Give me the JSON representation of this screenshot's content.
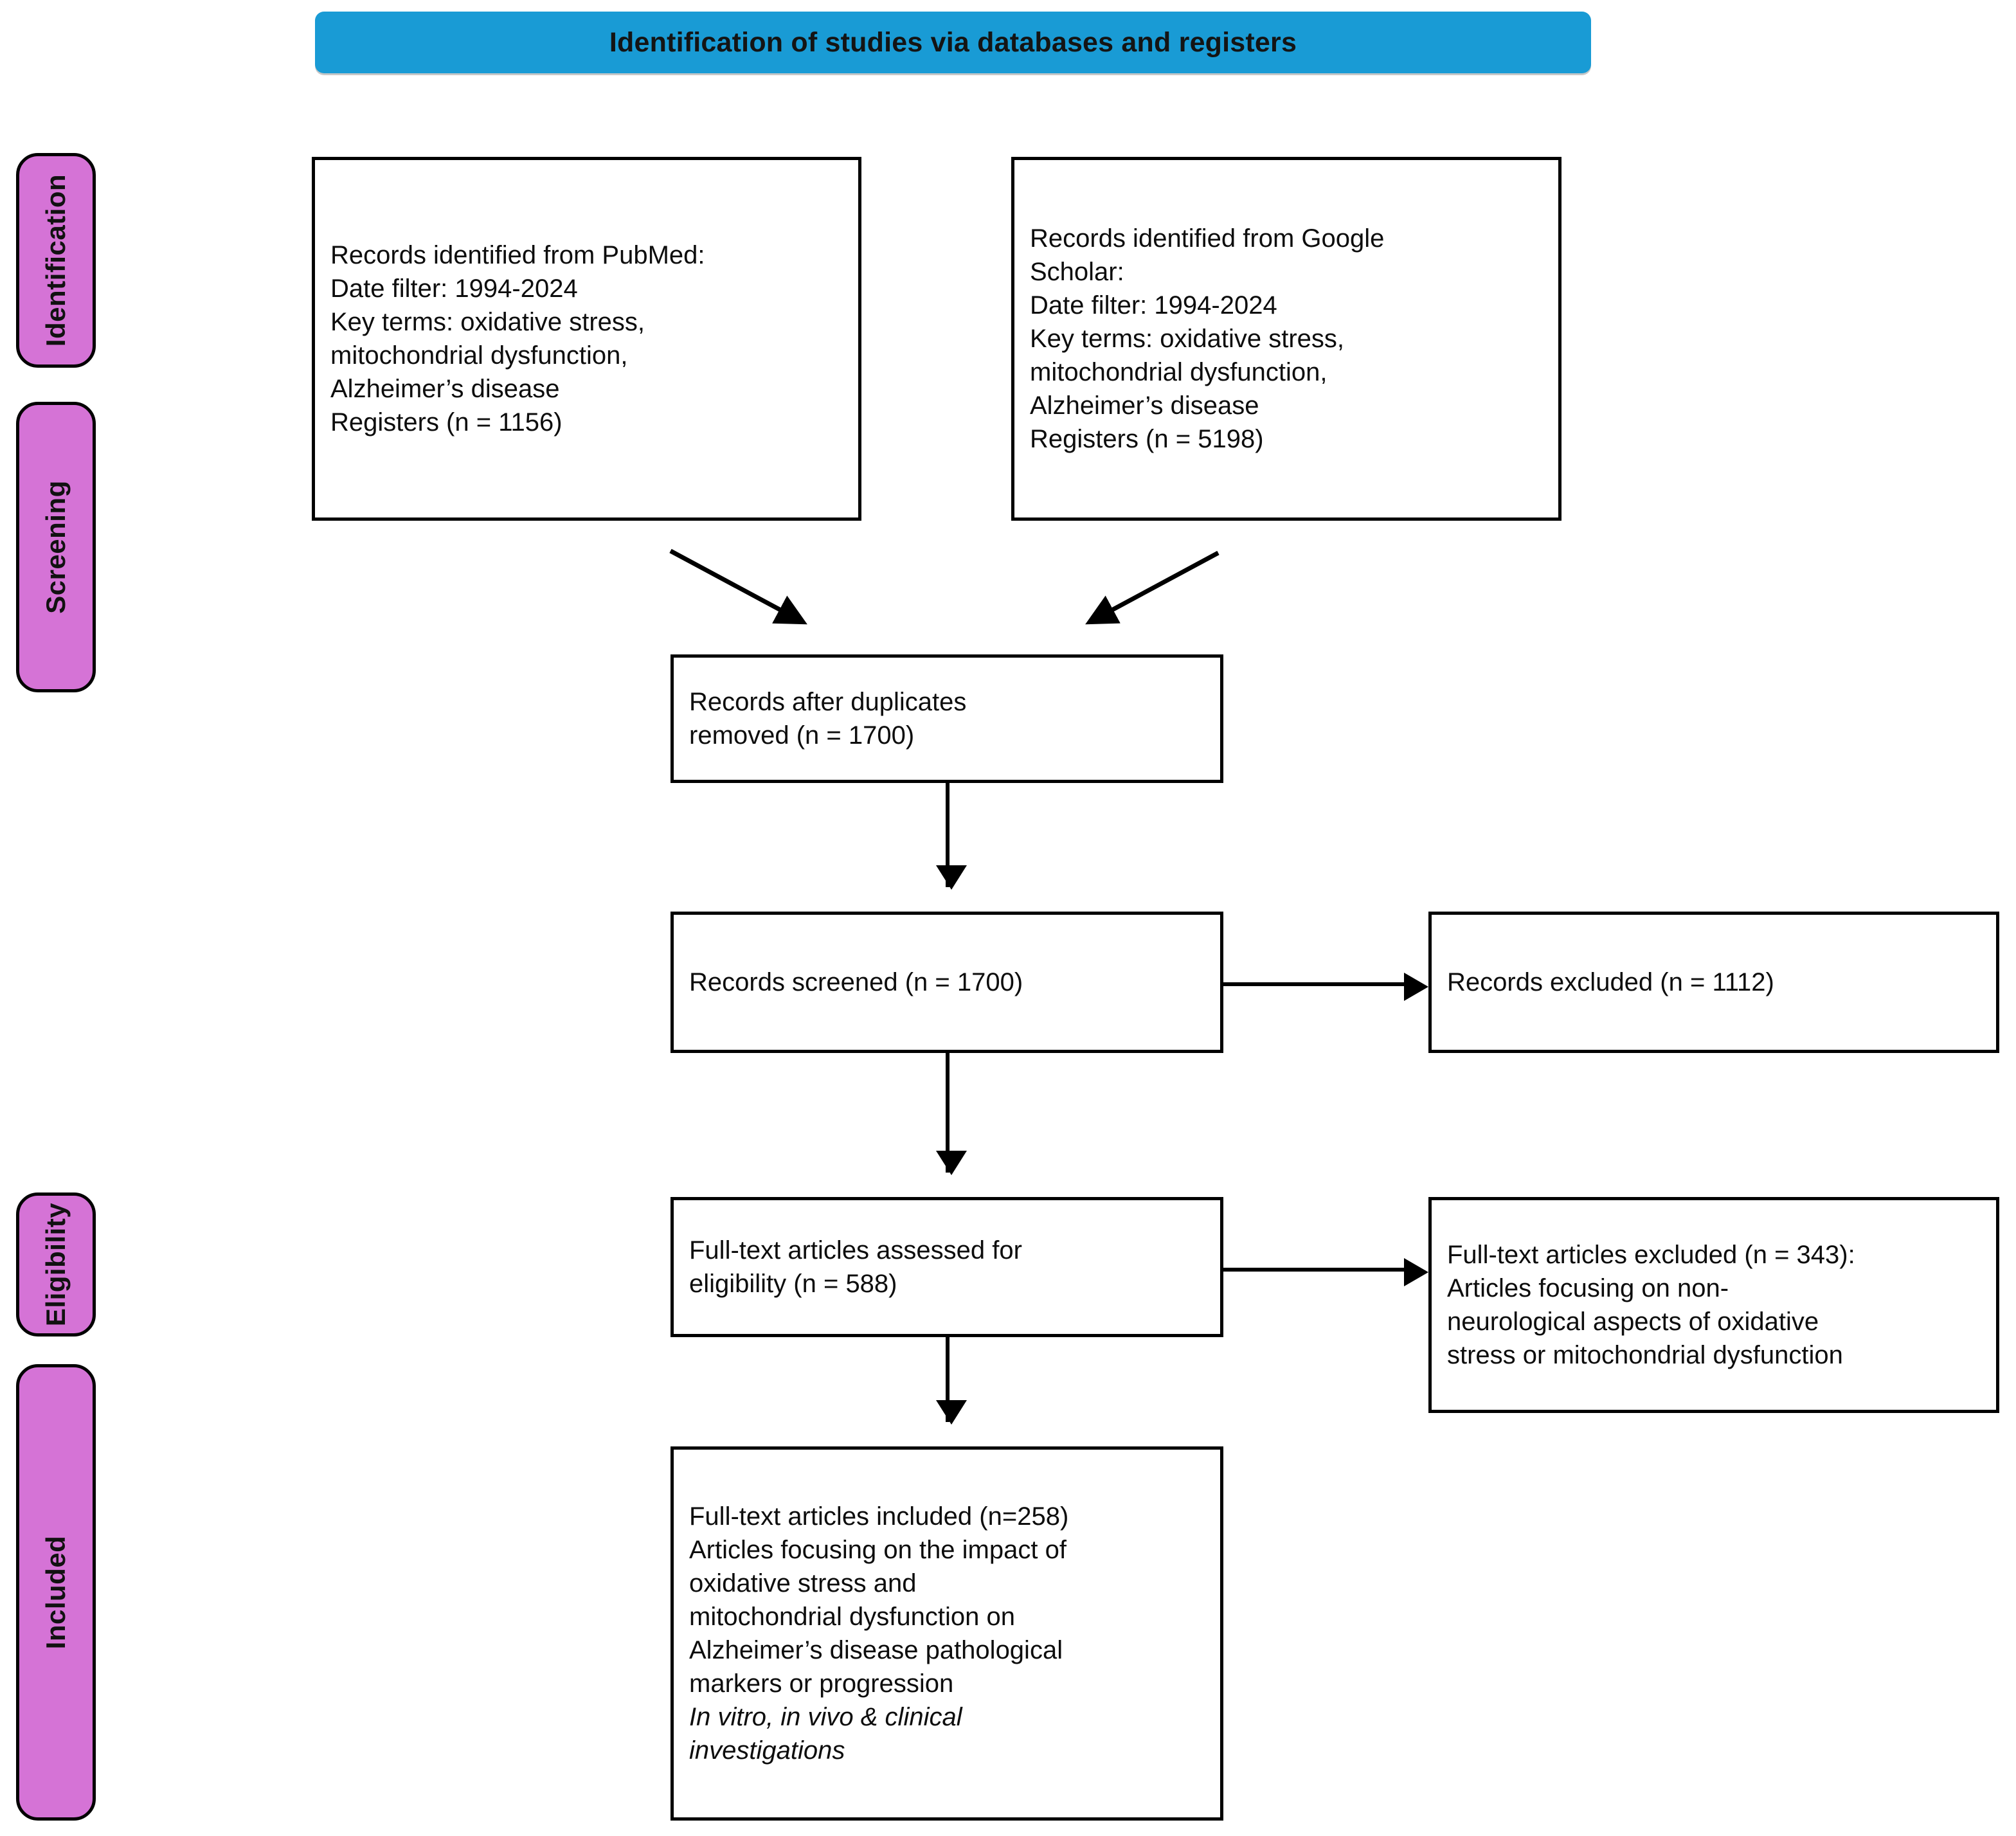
{
  "header": {
    "title": "Identification of studies via databases and registers",
    "background": "#199BD5"
  },
  "stages": {
    "background": "#D573D6",
    "items": [
      {
        "id": "identification",
        "label": "Identification"
      },
      {
        "id": "screening",
        "label": "Screening"
      },
      {
        "id": "eligibility",
        "label": "Eligibility"
      },
      {
        "id": "included",
        "label": "Included"
      }
    ]
  },
  "boxes": {
    "pubmed": {
      "text": "Records identified from PubMed:\nDate filter: 1994-2024\nKey terms: oxidative stress,\nmitochondrial dysfunction,\nAlzheimer’s disease\n     Registers (n = 1156)",
      "source": "PubMed",
      "date_filter": "1994-2024",
      "key_terms": "oxidative stress, mitochondrial dysfunction, Alzheimer’s disease",
      "registers_n": 1156
    },
    "scholar": {
      "text": "Records identified from Google\nScholar:\nDate filter: 1994-2024\nKey terms: oxidative stress,\nmitochondrial dysfunction,\nAlzheimer’s disease\n     Registers (n = 5198)",
      "source": "Google Scholar",
      "date_filter": "1994-2024",
      "key_terms": "oxidative stress, mitochondrial dysfunction, Alzheimer’s disease",
      "registers_n": 5198
    },
    "duplicates_removed": {
      "text": "Records after duplicates\nremoved (n = 1700)",
      "n": 1700
    },
    "records_screened": {
      "text": "Records screened (n = 1700)",
      "n": 1700
    },
    "records_excluded": {
      "text": "Records excluded (n = 1112)",
      "n": 1112
    },
    "fulltext_assessed": {
      "text": "Full-text articles assessed for\neligibility (n = 588)",
      "n": 588
    },
    "fulltext_excluded": {
      "text": "Full-text articles excluded (n = 343):\nArticles focusing on non-\nneurological aspects of oxidative\nstress or mitochondrial dysfunction",
      "n": 343
    },
    "fulltext_included": {
      "text_plain": "Full-text articles included (n=258)\nArticles focusing on the impact of\noxidative stress and\nmitochondrial dysfunction on\nAlzheimer’s disease pathological\nmarkers or progression",
      "text_italic": "In vitro, in vivo & clinical\ninvestigations",
      "n": 258
    }
  },
  "chart_data": {
    "type": "diagram",
    "diagram_kind": "PRISMA flow diagram",
    "title": "Identification of studies via databases and registers",
    "nodes": [
      {
        "id": "pubmed",
        "stage": "Identification",
        "n": 1156,
        "label": "Records identified from PubMed (Registers n = 1156)"
      },
      {
        "id": "scholar",
        "stage": "Identification",
        "n": 5198,
        "label": "Records identified from Google Scholar (Registers n = 5198)"
      },
      {
        "id": "duplicates_removed",
        "stage": "Screening",
        "n": 1700,
        "label": "Records after duplicates removed (n = 1700)"
      },
      {
        "id": "records_screened",
        "stage": "Screening",
        "n": 1700,
        "label": "Records screened (n = 1700)"
      },
      {
        "id": "records_excluded",
        "stage": "Screening",
        "n": 1112,
        "label": "Records excluded (n = 1112)"
      },
      {
        "id": "fulltext_assessed",
        "stage": "Eligibility",
        "n": 588,
        "label": "Full-text articles assessed for eligibility (n = 588)"
      },
      {
        "id": "fulltext_excluded",
        "stage": "Eligibility",
        "n": 343,
        "label": "Full-text articles excluded (n = 343)"
      },
      {
        "id": "fulltext_included",
        "stage": "Included",
        "n": 258,
        "label": "Full-text articles included (n = 258)"
      }
    ],
    "edges": [
      {
        "from": "pubmed",
        "to": "duplicates_removed",
        "direction": "diagonal-down-right"
      },
      {
        "from": "scholar",
        "to": "duplicates_removed",
        "direction": "diagonal-down-left"
      },
      {
        "from": "duplicates_removed",
        "to": "records_screened",
        "direction": "down"
      },
      {
        "from": "records_screened",
        "to": "records_excluded",
        "direction": "right"
      },
      {
        "from": "records_screened",
        "to": "fulltext_assessed",
        "direction": "down"
      },
      {
        "from": "fulltext_assessed",
        "to": "fulltext_excluded",
        "direction": "right"
      },
      {
        "from": "fulltext_assessed",
        "to": "fulltext_included",
        "direction": "down"
      }
    ]
  }
}
